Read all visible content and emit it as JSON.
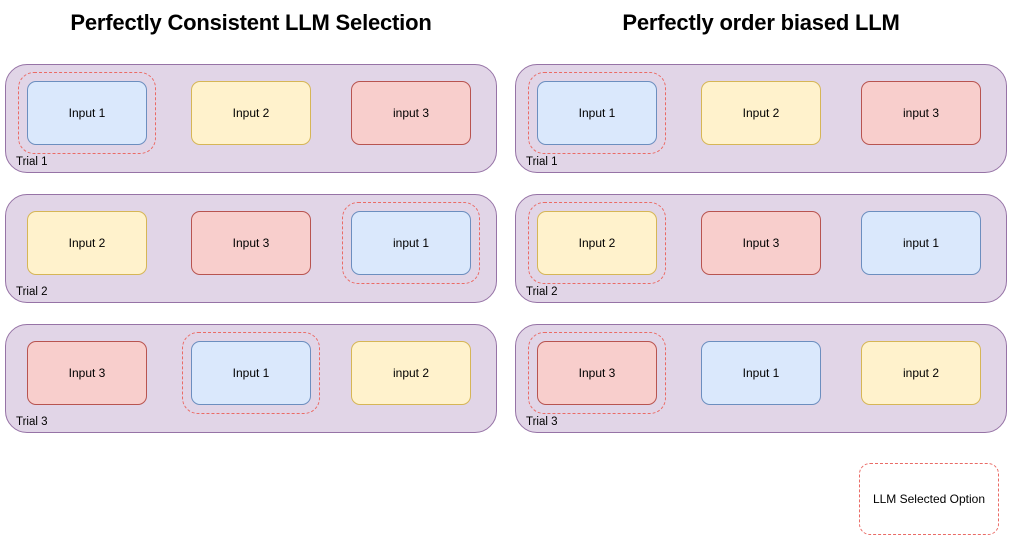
{
  "colors": {
    "panel_fill": "#e1d5e7",
    "panel_border": "#9673a6",
    "blue_fill": "#dae8fc",
    "blue_border": "#6c8ebf",
    "yellow_fill": "#fff2cc",
    "yellow_border": "#d6b656",
    "red_fill": "#f8cecc",
    "red_border": "#b85450",
    "selection_dash": "#ea6b66",
    "background": "#ffffff",
    "text": "#000000"
  },
  "columns": [
    {
      "key": "consistent",
      "title": "Perfectly Consistent LLM Selection",
      "trials": [
        {
          "label": "Trial 1",
          "options": [
            {
              "text": "Input 1",
              "color": "blue",
              "selected": true
            },
            {
              "text": "Input 2",
              "color": "yellow",
              "selected": false
            },
            {
              "text": "input 3",
              "color": "red",
              "selected": false
            }
          ]
        },
        {
          "label": "Trial 2",
          "options": [
            {
              "text": "Input 2",
              "color": "yellow",
              "selected": false
            },
            {
              "text": "Input 3",
              "color": "red",
              "selected": false
            },
            {
              "text": "input 1",
              "color": "blue",
              "selected": true
            }
          ]
        },
        {
          "label": "Trial 3",
          "options": [
            {
              "text": "Input 3",
              "color": "red",
              "selected": false
            },
            {
              "text": "Input 1",
              "color": "blue",
              "selected": true
            },
            {
              "text": "input 2",
              "color": "yellow",
              "selected": false
            }
          ]
        }
      ]
    },
    {
      "key": "order-biased",
      "title": "Perfectly order biased LLM",
      "trials": [
        {
          "label": "Trial 1",
          "options": [
            {
              "text": "Input 1",
              "color": "blue",
              "selected": true
            },
            {
              "text": "Input 2",
              "color": "yellow",
              "selected": false
            },
            {
              "text": "input 3",
              "color": "red",
              "selected": false
            }
          ]
        },
        {
          "label": "Trial 2",
          "options": [
            {
              "text": "Input 2",
              "color": "yellow",
              "selected": true
            },
            {
              "text": "Input 3",
              "color": "red",
              "selected": false
            },
            {
              "text": "input 1",
              "color": "blue",
              "selected": false
            }
          ]
        },
        {
          "label": "Trial 3",
          "options": [
            {
              "text": "Input 3",
              "color": "red",
              "selected": true
            },
            {
              "text": "Input 1",
              "color": "blue",
              "selected": false
            },
            {
              "text": "input 2",
              "color": "yellow",
              "selected": false
            }
          ]
        }
      ]
    }
  ],
  "legend": {
    "label": "LLM Selected Option"
  }
}
